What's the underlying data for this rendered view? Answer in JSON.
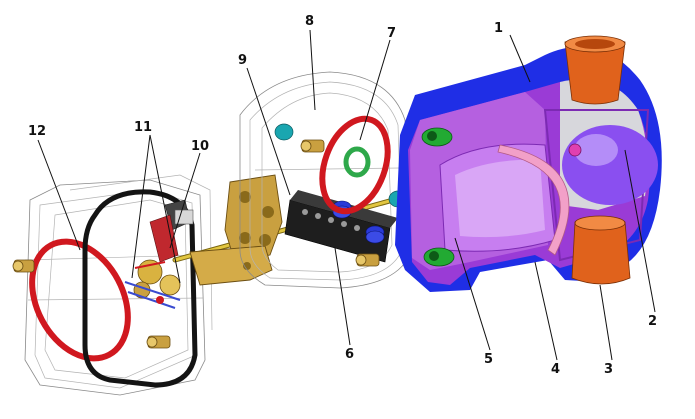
{
  "diagram": {
    "callouts": [
      {
        "id": "1",
        "text": "1"
      },
      {
        "id": "2",
        "text": "2"
      },
      {
        "id": "3",
        "text": "3"
      },
      {
        "id": "4",
        "text": "4"
      },
      {
        "id": "5",
        "text": "5"
      },
      {
        "id": "6",
        "text": "6"
      },
      {
        "id": "7",
        "text": "7"
      },
      {
        "id": "8",
        "text": "8"
      },
      {
        "id": "9",
        "text": "9"
      },
      {
        "id": "10",
        "text": "10"
      },
      {
        "id": "11",
        "text": "11"
      },
      {
        "id": "12",
        "text": "12"
      }
    ],
    "colors": {
      "housing_blue": "#1f2ee6",
      "body_purple": "#9a3bd6",
      "float_ball": "#8a4ff0",
      "cup_orange": "#e0621c",
      "gasket_red": "#d0181f",
      "gasket_black": "#141414",
      "gasket_green": "#2ea84a",
      "lever_pink": "#f2a0c8",
      "rod_yellow": "#e2c640",
      "bracket_gold": "#c9a040",
      "terminal_block": "#1e1e1e",
      "spring_blue": "#2a3ad8",
      "plug_teal": "#1aa6b0",
      "boss_green": "#22aa33"
    }
  }
}
